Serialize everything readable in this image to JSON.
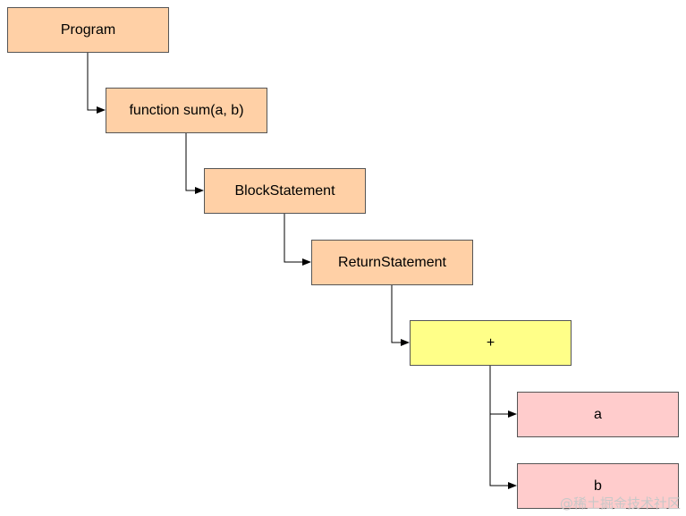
{
  "nodes": {
    "program": "Program",
    "function": "function sum(a, b)",
    "block": "BlockStatement",
    "return": "ReturnStatement",
    "plus": "+",
    "a": "a",
    "b": "b"
  },
  "colors": {
    "statement_fill": "#FFD0A6",
    "operator_fill": "#FFFF88",
    "identifier_fill": "#FFCCCC",
    "border": "#555555",
    "edge": "#000000"
  },
  "watermark": "@稀土掘金技术社区"
}
